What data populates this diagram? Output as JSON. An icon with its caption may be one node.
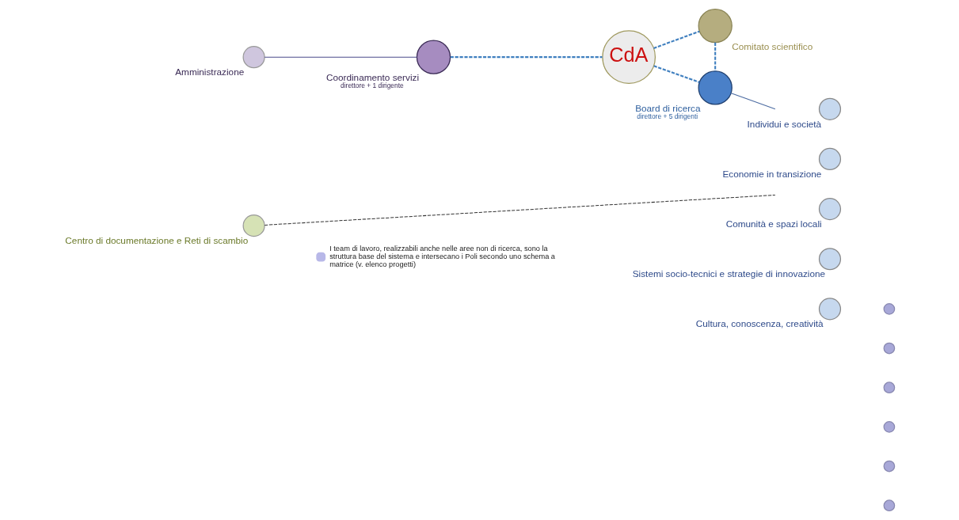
{
  "diagram": {
    "nodes": [
      {
        "text": [
          "Comitato scientifico"
        ]
      },
      {
        "text": [
          "CdA"
        ]
      },
      {
        "text": [
          "Coordinamento servizi",
          "direttore + 1 dirigente"
        ]
      },
      {
        "text": [
          "Board di ricerca",
          "direttore + 5 dirigenti"
        ]
      },
      {
        "text": [
          "Amministrazione"
        ]
      },
      {
        "text": [
          "Centro di documentazione e Reti di scambio"
        ]
      },
      {
        "text": [
          "Individui e società"
        ]
      },
      {
        "text": [
          "Economie in transizione"
        ]
      },
      {
        "text": [
          "Comunità e spazi locali"
        ]
      },
      {
        "text": [
          "Sistemi socio-tecnici e strategie di innovazione"
        ]
      },
      {
        "text": [
          "Cultura, conoscenza, creatività"
        ]
      },
      {
        "text": [],
        "shape": "circle"
      },
      {
        "text": [],
        "shape": "circle"
      },
      {
        "text": [],
        "shape": "circle"
      },
      {
        "text": [],
        "shape": "circle"
      },
      {
        "text": [],
        "shape": "circle"
      },
      {
        "text": [],
        "shape": "circle"
      }
    ],
    "edges": [
      {
        "from": 1,
        "to": 0,
        "arrow": "none",
        "style": "dashed",
        "color": "#3f7fbf"
      },
      {
        "from": 2,
        "to": 1,
        "arrow": "none",
        "style": "dashed",
        "color": "#3f7fbf"
      },
      {
        "from": 1,
        "to": 3,
        "arrow": "none",
        "style": "dashed",
        "color": "#3f7fbf"
      },
      {
        "from": 0,
        "to": 3,
        "arrow": "none",
        "style": "dashed",
        "color": "#3f7fbf"
      },
      {
        "from": 4,
        "to": 2,
        "arrow": "none",
        "color": "#4a4a8a"
      },
      {
        "from": 3,
        "to": null,
        "arrow": "none",
        "color": "#4a6aa0"
      },
      {
        "from": 5,
        "to": null,
        "arrow": "none",
        "style": "dashed",
        "color": "#333333"
      }
    ],
    "legend": [
      {
        "text": "I team di lavoro, realizzabili anche nelle aree non di ricerca, sono la struttura base del sistema e intersecano i Poli secondo uno schema a matrice (v. elenco progetti)",
        "color": "#b8b8e8"
      }
    ]
  }
}
